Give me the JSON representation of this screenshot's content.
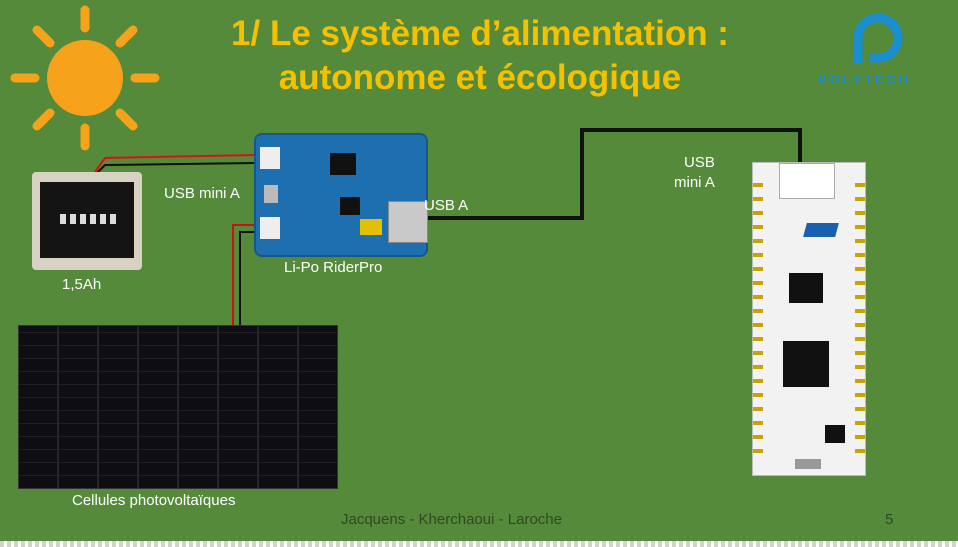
{
  "slide": {
    "title_line1": "1/ Le système d’alimentation :",
    "title_line2": "autonome et écologique",
    "logo_text": "POLYTECH",
    "labels": {
      "usb_mini_a_left": "USB mini A",
      "usb_a": "USB A",
      "usb_right_line1": "USB",
      "usb_right_line2": "mini A",
      "battery_capacity": "1,5Ah",
      "board_name": "Li-Po RiderPro",
      "solar": "Cellules photovoltaïques"
    },
    "footer": {
      "authors": "Jacquens - Kherchaoui - Laroche",
      "page_number": "5"
    }
  },
  "colors": {
    "background": "#558a3a",
    "title": "#f5c000",
    "sun": "#f7a21b",
    "logo": "#1a8fd0"
  },
  "icons": [
    "sun-icon",
    "polytech-logo-icon"
  ]
}
